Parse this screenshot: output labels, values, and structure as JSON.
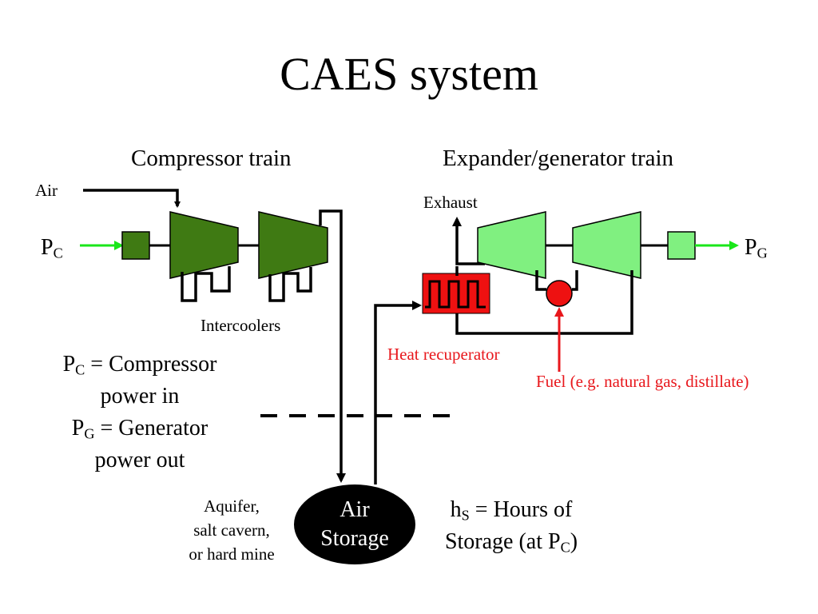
{
  "title": "CAES system",
  "compressor_train_label": "Compressor train",
  "expander_train_label": "Expander/generator train",
  "air_label": "Air",
  "exhaust_label": "Exhaust",
  "pc_label": {
    "main": "P",
    "sub": "C"
  },
  "pg_label": {
    "main": "P",
    "sub": "G"
  },
  "intercoolers_label": "Intercoolers",
  "heat_recuperator_label": "Heat recuperator",
  "fuel_label": "Fuel (e.g. natural gas, distillate)",
  "definitions": {
    "pc_main": "P",
    "pc_sub": "C",
    "pc_line1_rest": " = Compressor",
    "pc_line2": "power in",
    "pg_main": "P",
    "pg_sub": "G",
    "pg_line1_rest": " = Generator",
    "pg_line2": "power out"
  },
  "storage_types": [
    "Aquifer,",
    "salt cavern,",
    "or hard mine"
  ],
  "air_storage_label": [
    "Air",
    "Storage"
  ],
  "hours_of_storage": {
    "h_main": "h",
    "h_sub": "S",
    "line1_rest": " = Hours of",
    "line2_prefix": "Storage (at P",
    "line2_sub": "C",
    "line2_suffix": ")"
  },
  "colors": {
    "compressor_green": "#3f7a13",
    "expander_green": "#80f080",
    "arrow_green": "#19e619",
    "heat_recuperator_red": "#ee1111",
    "fuel_red": "#e8171c",
    "storage_black": "#000000"
  }
}
